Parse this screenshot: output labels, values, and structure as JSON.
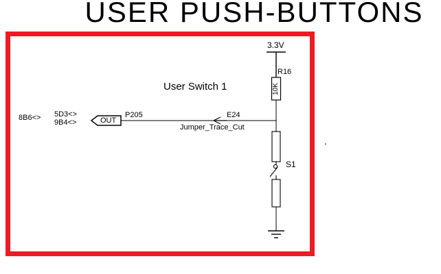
{
  "title": "USER PUSH-BUTTONS",
  "schematic": {
    "power_label": "3.3V",
    "resistor_ref": "R16",
    "resistor_value": "10K",
    "switch_title": "User Switch 1",
    "net_name": "P205",
    "arrow_ref": "E24",
    "jumper_label": "Jumper_Trace_Cut",
    "port_label": "OUT",
    "xref_left": "8B6<>",
    "xref_mid_top": "5D3<>",
    "xref_mid_bottom": "9B4<>",
    "switch_ref": "S1",
    "stray_dot": "."
  },
  "colors": {
    "frame_border": "#ec1c24",
    "wire": "#000000"
  }
}
